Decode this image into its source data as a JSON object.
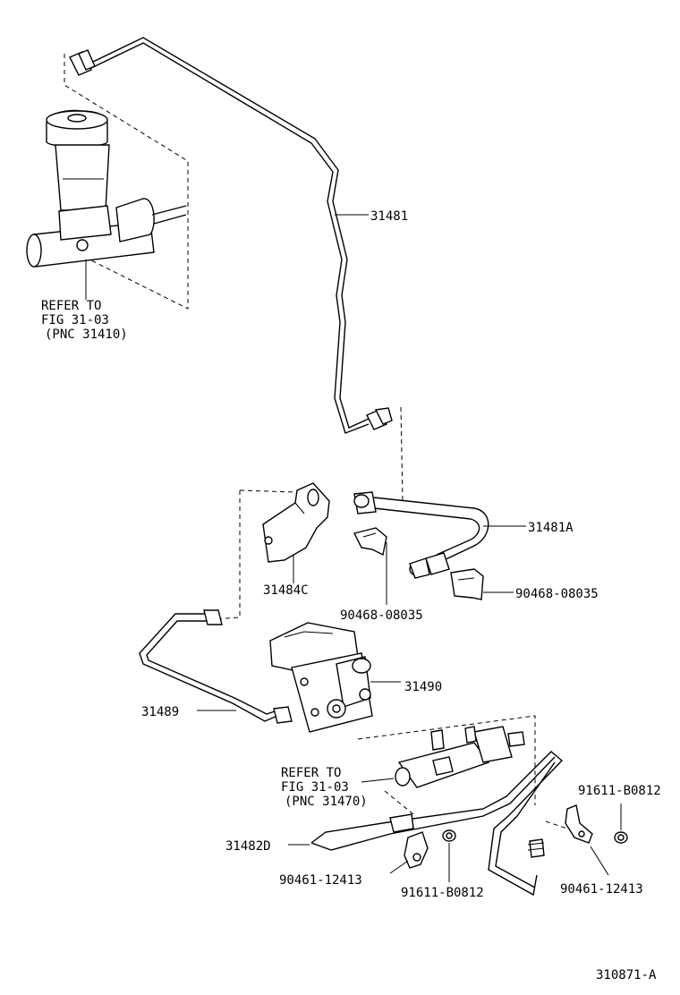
{
  "diagram_id": "310871-A",
  "callouts": {
    "pipe_top": "31481",
    "hose": "31481A",
    "bracket": "31484C",
    "clip_upper_center": "90468-08035",
    "clip_upper_right": "90468-08035",
    "valve": "31490",
    "pipe_left": "31489",
    "pipe_bottom": "31482D",
    "clamp_left": "90461-12413",
    "nut_center": "91611-B0812",
    "nut_right": "91611-B0812",
    "clamp_right": "90461-12413"
  },
  "refer_master": [
    "REFER TO",
    "FIG 31-03",
    "(PNC 31410)"
  ],
  "refer_release": [
    "REFER TO",
    "FIG 31-03",
    "(PNC 31470)"
  ]
}
